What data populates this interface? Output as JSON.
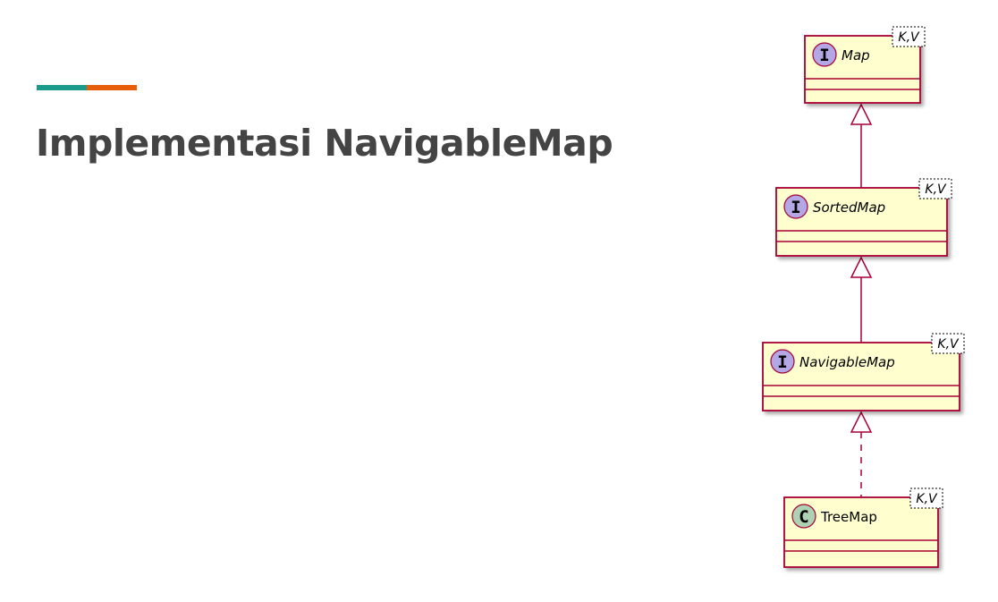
{
  "slide": {
    "title": "Implementasi NavigableMap",
    "accent_colors": [
      "#1a9a8a",
      "#e85d0a"
    ]
  },
  "diagram": {
    "colors": {
      "class_fill": "#fefece",
      "border": "#a80036",
      "interface_circle": "#b4a7e5",
      "class_circle": "#add1b2",
      "arrow": "#a80036"
    },
    "nodes": [
      {
        "id": "map",
        "name": "Map",
        "kind": "interface",
        "stereo_letter": "I",
        "generic": "K,V"
      },
      {
        "id": "sortedmap",
        "name": "SortedMap",
        "kind": "interface",
        "stereo_letter": "I",
        "generic": "K,V"
      },
      {
        "id": "navigablemap",
        "name": "NavigableMap",
        "kind": "interface",
        "stereo_letter": "I",
        "generic": "K,V"
      },
      {
        "id": "treemap",
        "name": "TreeMap",
        "kind": "class",
        "stereo_letter": "C",
        "generic": "K,V"
      }
    ],
    "edges": [
      {
        "from": "sortedmap",
        "to": "map",
        "type": "extends"
      },
      {
        "from": "navigablemap",
        "to": "sortedmap",
        "type": "extends"
      },
      {
        "from": "treemap",
        "to": "navigablemap",
        "type": "implements"
      }
    ]
  }
}
